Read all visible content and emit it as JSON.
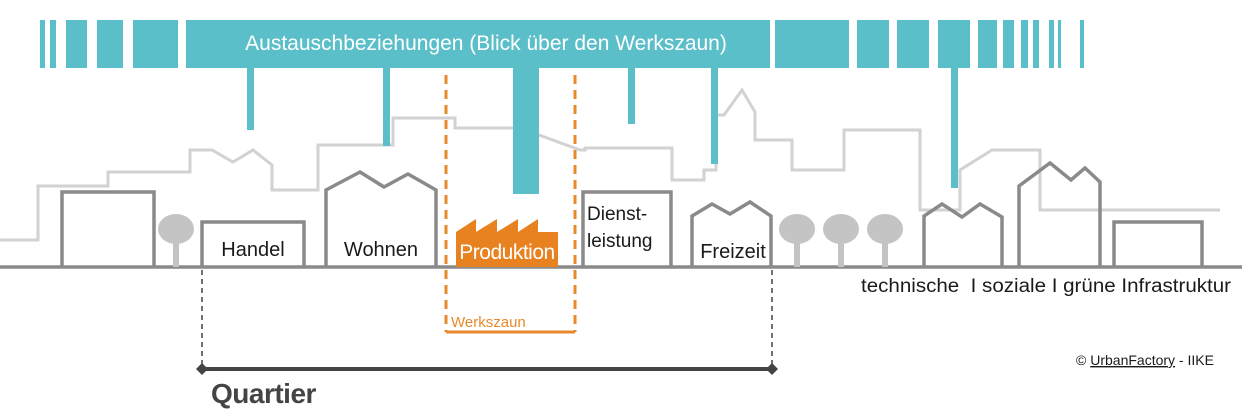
{
  "banner": {
    "title": "Austauschbeziehungen (Blick über den Werkszaun)"
  },
  "buildings": {
    "handel": "Handel",
    "wohnen": "Wohnen",
    "produktion": "Produktion",
    "dienstleistung_line1": "Dienst-",
    "dienstleistung_line2": "leistung",
    "freizeit": "Freizeit"
  },
  "werkszaun": {
    "label": "Werkszaun"
  },
  "infrastruktur": {
    "label": "technische  I soziale I grüne Infrastruktur"
  },
  "quartier": {
    "label": "Quartier"
  },
  "credit": {
    "prefix": "© ",
    "org": "UrbanFactory",
    "suffix": " - IIKE"
  },
  "colors": {
    "teal": "#5bbfc9",
    "orange": "#e8892b",
    "produktion_fill": "#e8811f",
    "building_stroke": "#8a8a8a",
    "skyline_stroke": "#d2d2d2",
    "tree_fill": "#c4c4c4"
  },
  "icons": {
    "factory": "factory-icon",
    "tree": "tree-icon"
  }
}
